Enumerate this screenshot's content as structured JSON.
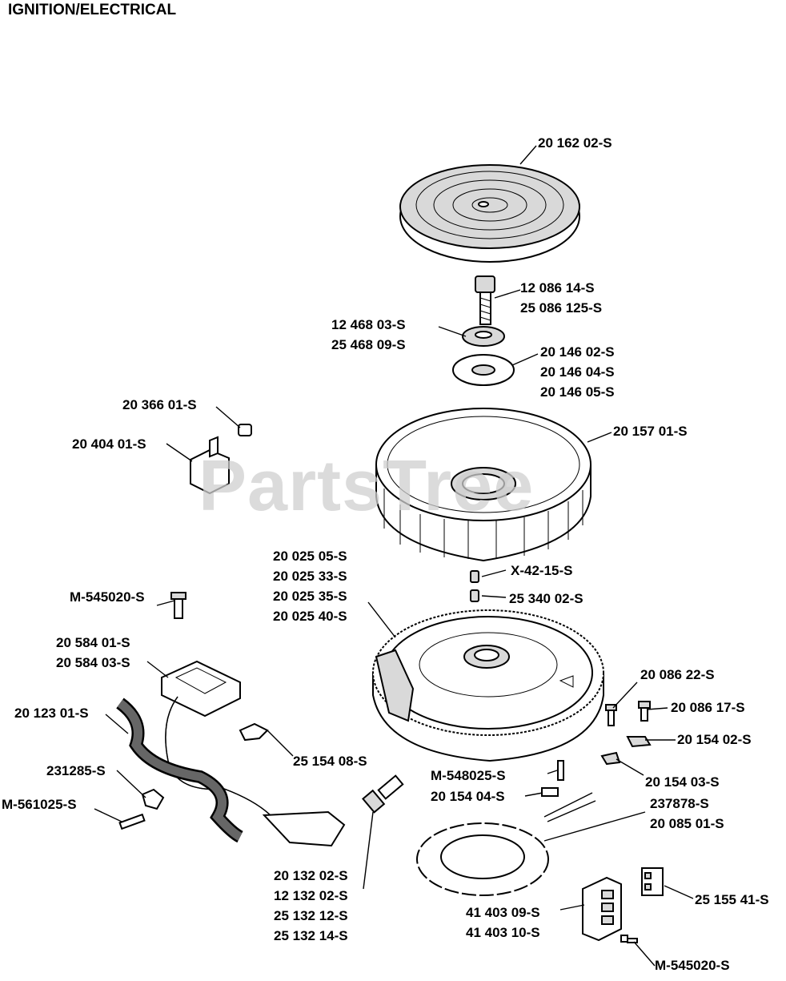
{
  "title": "IGNITION/ELECTRICAL",
  "watermark": "PartsTree",
  "callouts": [
    {
      "id": "c1",
      "lines": [
        "20 162 02-S"
      ]
    },
    {
      "id": "c2",
      "lines": [
        "12 086 14-S",
        "25 086 125-S"
      ]
    },
    {
      "id": "c3",
      "lines": [
        "12 468 03-S",
        "25 468 09-S"
      ]
    },
    {
      "id": "c4",
      "lines": [
        "20 146 02-S",
        "20 146 04-S",
        "20 146 05-S"
      ]
    },
    {
      "id": "c5",
      "lines": [
        "20 366 01-S"
      ]
    },
    {
      "id": "c6",
      "lines": [
        "20 404 01-S"
      ]
    },
    {
      "id": "c7",
      "lines": [
        "20 157 01-S"
      ]
    },
    {
      "id": "c8",
      "lines": [
        "20 025 05-S",
        "20 025 33-S",
        "20 025 35-S",
        "20 025 40-S"
      ]
    },
    {
      "id": "c9",
      "lines": [
        "X-42-15-S"
      ]
    },
    {
      "id": "c10",
      "lines": [
        "25 340 02-S"
      ]
    },
    {
      "id": "c11",
      "lines": [
        "M-545020-S"
      ]
    },
    {
      "id": "c12",
      "lines": [
        "20 584 01-S",
        "20 584 03-S"
      ]
    },
    {
      "id": "c13",
      "lines": [
        "20 123 01-S"
      ]
    },
    {
      "id": "c14",
      "lines": [
        "25 154 08-S"
      ]
    },
    {
      "id": "c15",
      "lines": [
        "231285-S"
      ]
    },
    {
      "id": "c16",
      "lines": [
        "M-561025-S"
      ]
    },
    {
      "id": "c17",
      "lines": [
        "20 086 22-S"
      ]
    },
    {
      "id": "c18",
      "lines": [
        "20 086 17-S"
      ]
    },
    {
      "id": "c19",
      "lines": [
        "20 154 02-S"
      ]
    },
    {
      "id": "c20",
      "lines": [
        "20 154 03-S"
      ]
    },
    {
      "id": "c21",
      "lines": [
        "M-548025-S"
      ]
    },
    {
      "id": "c22",
      "lines": [
        "20 154 04-S"
      ]
    },
    {
      "id": "c23",
      "lines": [
        "237878-S",
        "20 085 01-S"
      ]
    },
    {
      "id": "c24",
      "lines": [
        "20 132 02-S",
        "12 132 02-S",
        "25 132 12-S",
        "25 132 14-S"
      ]
    },
    {
      "id": "c25",
      "lines": [
        "41 403 09-S",
        "41 403 10-S"
      ]
    },
    {
      "id": "c26",
      "lines": [
        "25 155 41-S"
      ]
    },
    {
      "id": "c27",
      "lines": [
        "M-545020-S"
      ]
    }
  ]
}
